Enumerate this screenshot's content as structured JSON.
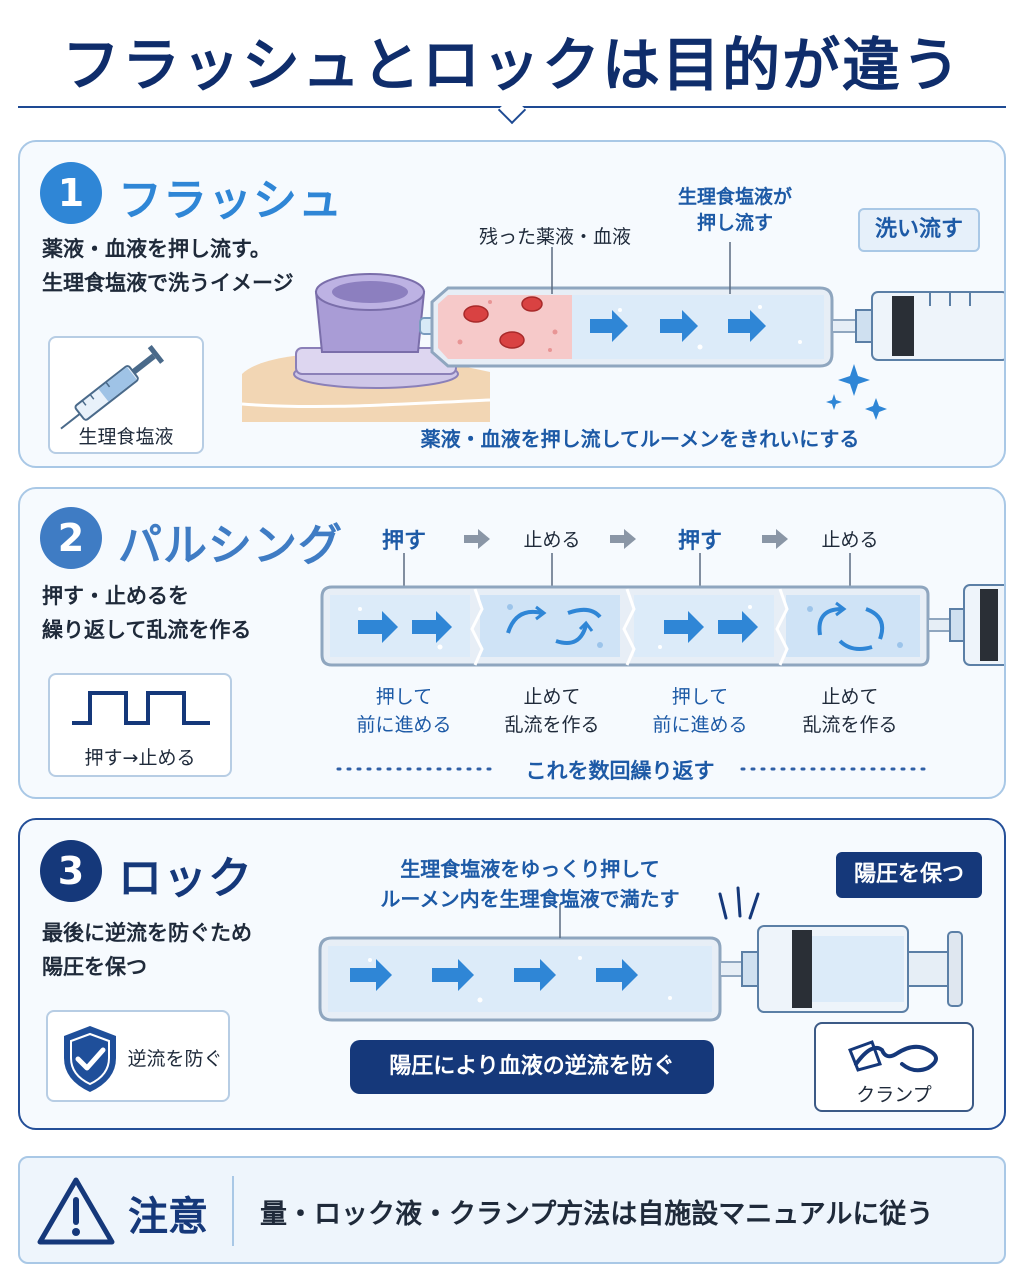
{
  "title": "フラッシュとロックは目的が違う",
  "flush": {
    "number": "1",
    "title": "フラッシュ",
    "desc_line1": "薬液・血液を押し流す。",
    "desc_line2": "生理食塩液で洗うイメージ",
    "card_label": "生理食塩液",
    "label_residual": "残った薬液・血液",
    "label_push_line1": "生理食塩液が",
    "label_push_line2": "押し流す",
    "tag": "洗い流す",
    "caption": "薬液・血液を押し流してルーメンをきれいにする"
  },
  "pulsing": {
    "number": "2",
    "title": "パルシング",
    "desc_line1": "押す・止めるを",
    "desc_line2": "繰り返して乱流を作る",
    "card_label": "押す→止める",
    "steps": [
      {
        "top": "押す",
        "bottom_line1": "押して",
        "bottom_line2": "前に進める"
      },
      {
        "top": "止める",
        "bottom_line1": "止めて",
        "bottom_line2": "乱流を作る"
      },
      {
        "top": "押す",
        "bottom_line1": "押して",
        "bottom_line2": "前に進める"
      },
      {
        "top": "止める",
        "bottom_line1": "止めて",
        "bottom_line2": "乱流を作る"
      }
    ],
    "repeat": "これを数回繰り返す"
  },
  "lock": {
    "number": "3",
    "title": "ロック",
    "desc_line1": "最後に逆流を防ぐため",
    "desc_line2": "陽圧を保つ",
    "card_label": "逆流を防ぐ",
    "label_line1": "生理食塩液をゆっくり押して",
    "label_line2": "ルーメン内を生理食塩液で満たす",
    "tag": "陽圧を保つ",
    "banner": "陽圧により血液の逆流を防ぐ",
    "clamp_label": "クランプ"
  },
  "caution": {
    "label": "注意",
    "text": "量・ロック液・クランプ方法は自施設マニュアルに従う"
  },
  "colors": {
    "navy": "#0f2d6b",
    "blue": "#2f86d6",
    "mid_blue": "#3f7cc4",
    "dark_blue": "#15387a",
    "fluid": "#dcebf9",
    "blood": "#f6c9c9",
    "port": "#a99cd6"
  }
}
